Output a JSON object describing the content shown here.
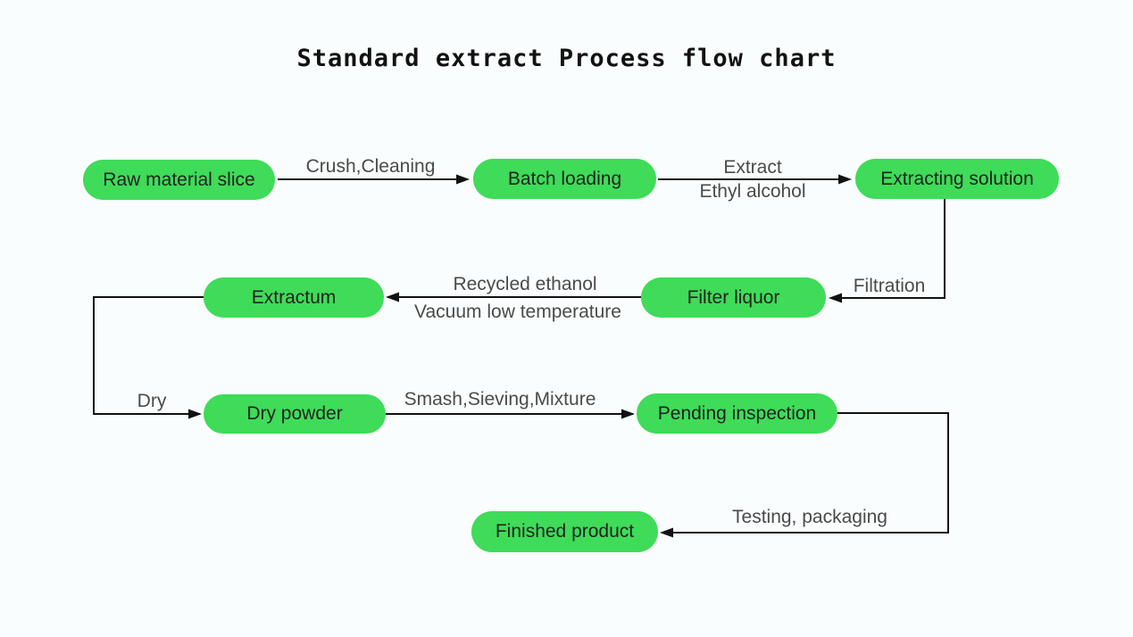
{
  "title": "Standard extract Process flow chart",
  "colors": {
    "background": "#fafdfd",
    "node_fill": "#3edc58",
    "node_text": "#222222",
    "edge_label_text": "#4a4a4a",
    "line": "#111111"
  },
  "nodes": [
    {
      "id": "raw-material-slice",
      "label": "Raw material slice"
    },
    {
      "id": "batch-loading",
      "label": "Batch loading"
    },
    {
      "id": "extracting-solution",
      "label": "Extracting solution"
    },
    {
      "id": "extractum",
      "label": "Extractum"
    },
    {
      "id": "filter-liquor",
      "label": "Filter liquor"
    },
    {
      "id": "dry-powder",
      "label": "Dry powder"
    },
    {
      "id": "pending-inspection",
      "label": "Pending inspection"
    },
    {
      "id": "finished-product",
      "label": "Finished product"
    }
  ],
  "edges": [
    {
      "from": "raw-material-slice",
      "to": "batch-loading",
      "label": "Crush,Cleaning"
    },
    {
      "from": "batch-loading",
      "to": "extracting-solution",
      "label": "Extract",
      "label2": "Ethyl alcohol"
    },
    {
      "from": "extracting-solution",
      "to": "filter-liquor",
      "label": "Filtration"
    },
    {
      "from": "filter-liquor",
      "to": "extractum",
      "label": "Recycled ethanol",
      "label2": "Vacuum low temperature"
    },
    {
      "from": "extractum",
      "to": "dry-powder",
      "label": "Dry"
    },
    {
      "from": "dry-powder",
      "to": "pending-inspection",
      "label": "Smash,Sieving,Mixture"
    },
    {
      "from": "pending-inspection",
      "to": "finished-product",
      "label": "Testing, packaging"
    }
  ]
}
